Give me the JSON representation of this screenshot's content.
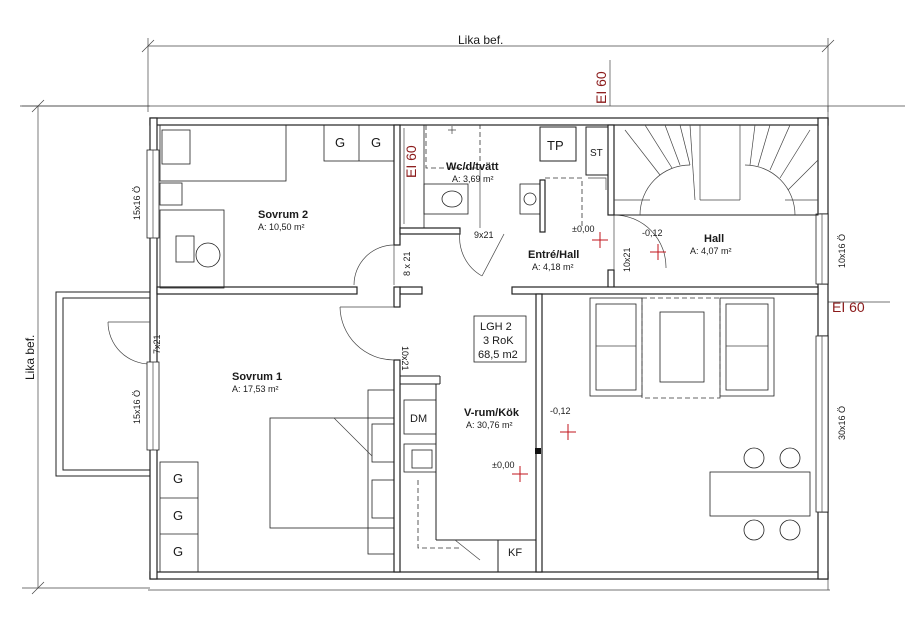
{
  "dimensions": {
    "top": "Lika bef.",
    "left": "Lika bef."
  },
  "fire_ratings": {
    "top": "EI 60",
    "right": "EI 60",
    "wc_door": "EI 60"
  },
  "rooms": [
    {
      "key": "sovrum2",
      "name": "Sovrum 2",
      "area": "A: 10,50 m²"
    },
    {
      "key": "wc",
      "name": "Wc/d/tvätt",
      "area": "A: 3,69 m²"
    },
    {
      "key": "entre",
      "name": "Entré/Hall",
      "area": "A: 4,18 m²"
    },
    {
      "key": "hall",
      "name": "Hall",
      "area": "A: 4,07 m²"
    },
    {
      "key": "sovrum1",
      "name": "Sovrum 1",
      "area": "A: 17,53 m²"
    },
    {
      "key": "vrum",
      "name": "V-rum/Kök",
      "area": "A: 30,76 m²"
    }
  ],
  "apartment": {
    "id": "LGH 2",
    "type": "3 RoK",
    "area": "68,5 m2"
  },
  "openings": {
    "win_sovrum2": "15x16 Ö",
    "win_sovrum1": "15x16 Ö",
    "win_hall": "10x16 Ö",
    "win_vrum": "30x16 Ö",
    "door_sovrum2": "8 x 21",
    "door_wc": "9x21",
    "door_hall": "10x21",
    "door_sovrum1": "10x21",
    "door_balcony": "7x21"
  },
  "levels": {
    "entre": "±0,00",
    "hall": "-0,12",
    "vrum_upper": "-0,12",
    "vrum_lower": "±0,00"
  },
  "fixtures": {
    "closet": "G",
    "tp": "TP",
    "st": "ST",
    "dm": "DM",
    "kf": "KF"
  }
}
